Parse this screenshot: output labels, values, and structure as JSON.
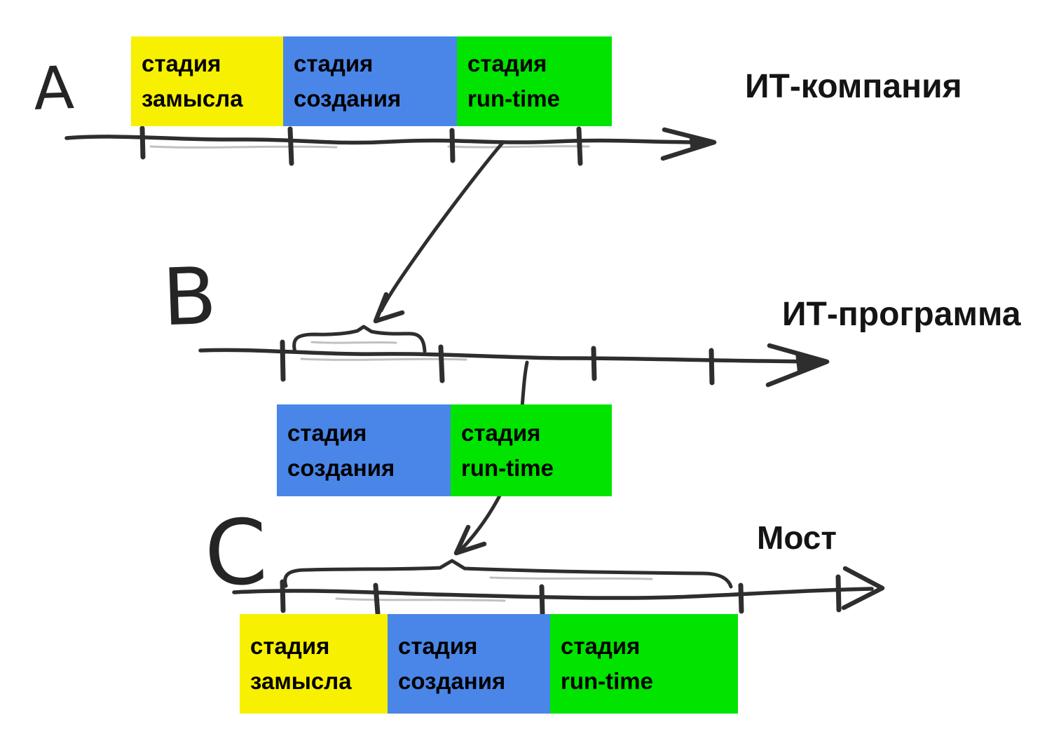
{
  "diagram": {
    "ink_color": "#2e2e2e",
    "stage_colors": {
      "concept": "#f7f000",
      "creation": "#4a86e8",
      "runtime": "#00e400"
    },
    "rows": [
      {
        "letter": "A",
        "system_label": "ИТ-компания",
        "stages": [
          {
            "key": "concept",
            "line1": "стадия",
            "line2": "замысла"
          },
          {
            "key": "creation",
            "line1": "стадия",
            "line2": "создания"
          },
          {
            "key": "runtime",
            "line1": "стадия",
            "line2": "run-time"
          }
        ]
      },
      {
        "letter": "B",
        "system_label": "ИТ-программа",
        "stages": [
          {
            "key": "creation",
            "line1": "стадия",
            "line2": "создания"
          },
          {
            "key": "runtime",
            "line1": "стадия",
            "line2": "run-time"
          }
        ]
      },
      {
        "letter": "C",
        "system_label": "Мост",
        "stages": [
          {
            "key": "concept",
            "line1": "стадия",
            "line2": "замысла"
          },
          {
            "key": "creation",
            "line1": "стадия",
            "line2": "создания"
          },
          {
            "key": "runtime",
            "line1": "стадия",
            "line2": "run-time"
          }
        ]
      }
    ]
  }
}
